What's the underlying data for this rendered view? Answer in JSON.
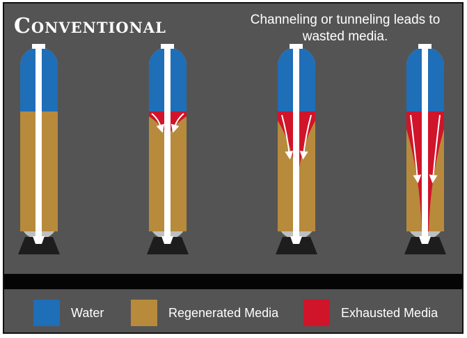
{
  "diagram": {
    "title": "Conventional",
    "caption_line1": "Channeling or tunneling leads to",
    "caption_line2": "wasted media.",
    "colors": {
      "background": "#545454",
      "water": "#1f6eb8",
      "regenerated_media": "#b78a3c",
      "exhausted_media": "#d0142a",
      "base": "#bfbfbf",
      "flow_tube": "#ffffff"
    },
    "columns": [
      {
        "name": "column-1",
        "exhaustion": "none",
        "flow_arrows": 0
      },
      {
        "name": "column-2",
        "exhaustion": "shallow",
        "flow_arrows": 2
      },
      {
        "name": "column-3",
        "exhaustion": "medium",
        "flow_arrows": 2
      },
      {
        "name": "column-4",
        "exhaustion": "deep",
        "flow_arrows": 2
      }
    ]
  },
  "legend": {
    "items": [
      {
        "label": "Water",
        "color": "#1f6eb8"
      },
      {
        "label": "Regenerated Media",
        "color": "#b78a3c"
      },
      {
        "label": "Exhausted Media",
        "color": "#d0142a"
      }
    ]
  }
}
